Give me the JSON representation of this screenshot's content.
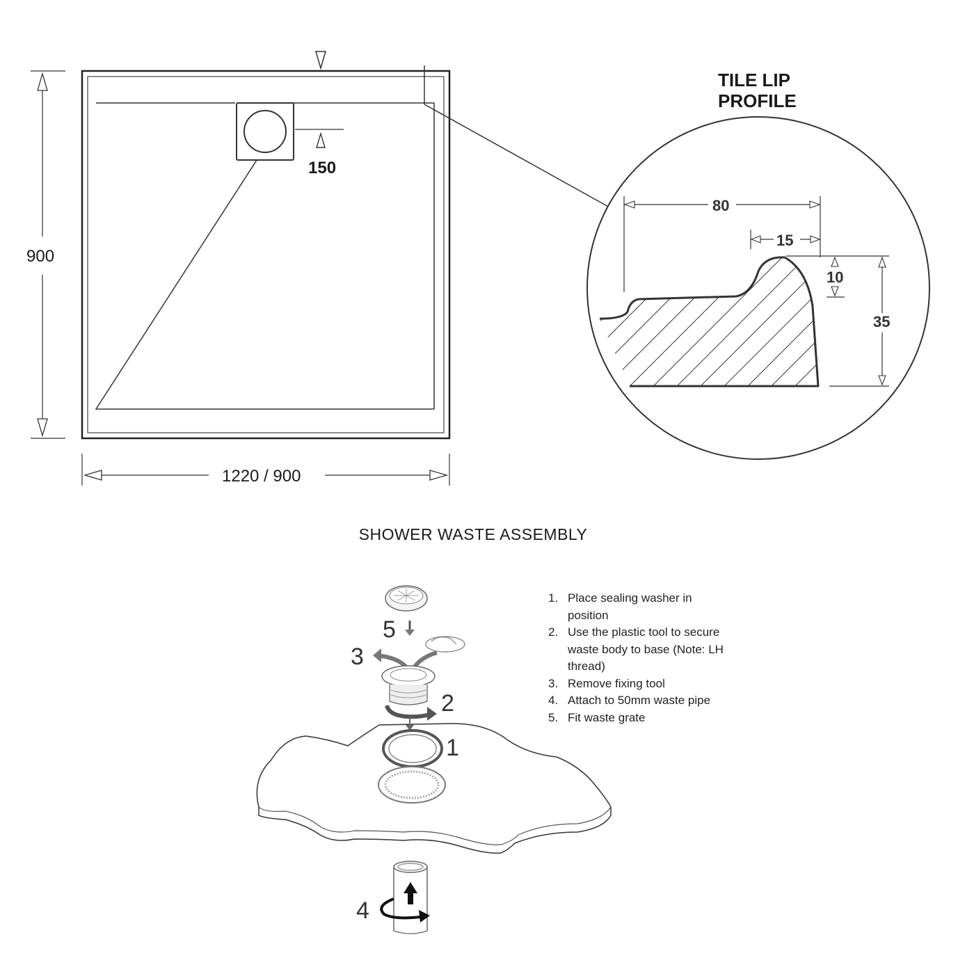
{
  "plan": {
    "height_label": "900",
    "width_label": "1220 / 900",
    "waste_offset_label": "150"
  },
  "profile": {
    "title_line1": "TILE LIP",
    "title_line2": "PROFILE",
    "dim_80": "80",
    "dim_15": "15",
    "dim_10": "10",
    "dim_35": "35"
  },
  "assembly": {
    "heading": "SHOWER WASTE ASSEMBLY",
    "callouts": [
      "5",
      "3",
      "2",
      "1",
      "4"
    ],
    "steps": [
      {
        "num": "1.",
        "text": "Place sealing washer in position"
      },
      {
        "num": "2.",
        "text": "Use the plastic tool to secure waste body to base (Note: LH thread)"
      },
      {
        "num": "3.",
        "text": "Remove fixing tool"
      },
      {
        "num": "4.",
        "text": "Attach to 50mm waste pipe"
      },
      {
        "num": "5.",
        "text": "Fit waste grate"
      }
    ]
  }
}
